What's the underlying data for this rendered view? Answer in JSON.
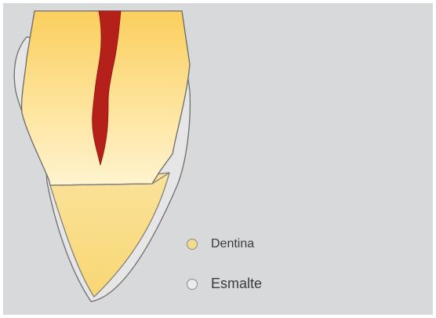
{
  "legend": {
    "items": [
      {
        "label": "Dentina",
        "color": "#f5dc8a",
        "icon": "circle"
      },
      {
        "label": "Esmalte",
        "color": "#ececec",
        "icon": "circle"
      }
    ]
  },
  "colors": {
    "background": "#d8d9da",
    "enamel": "#e6e6e6",
    "dentin": "#fbd46a",
    "dentin_light": "#fff3c8",
    "pulp": "#b5201a",
    "outline": "#6a6a6a"
  }
}
